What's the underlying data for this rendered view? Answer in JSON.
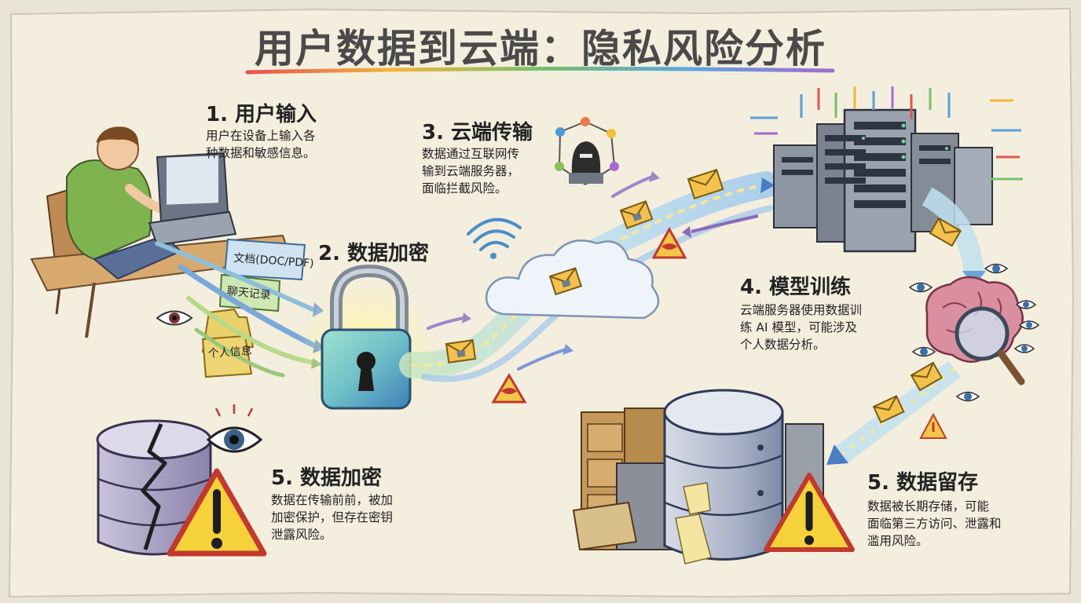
{
  "title": "用户数据到云端：隐私风险分析",
  "steps": {
    "input": {
      "title": "1. 用户输入",
      "lines": [
        "用户在设备上输入各",
        "种数据和敏感信息。"
      ]
    },
    "encrypt": {
      "title": "2. 数据加密"
    },
    "transfer": {
      "title": "3. 云端传输",
      "lines": [
        "数据通过互联网传",
        "输到云端服务器，",
        "面临拦截风险。"
      ]
    },
    "training": {
      "title": "4. 模型训练",
      "lines": [
        "云端服务器使用数据训",
        "练 AI 模型，可能涉及",
        "个人数据分析。"
      ]
    },
    "storage": {
      "title": "5. 数据留存",
      "lines": [
        "数据被长期存储，可能",
        "面临第三方访问、泄露和",
        "滥用风险。"
      ]
    },
    "leak": {
      "title": "5. 数据加密",
      "lines": [
        "数据在传输前前，被加",
        "加密保护，但存在密钥",
        "泄露风险。"
      ]
    }
  },
  "documents": [
    "文档(DOC/PDF)",
    "聊天记录",
    "个人信息"
  ],
  "colors": {
    "paper": "#f4eedf",
    "title_underline": [
      "#e7534a",
      "#f2b63c",
      "#76c06a",
      "#5aa7e0",
      "#a26bd1"
    ],
    "warning": "#f5d23a",
    "danger": "#d9403a",
    "lock": "#6fc0c8",
    "envelope": "#f2c14e"
  },
  "icons": [
    "user-at-laptop-icon",
    "eye-icon",
    "padlock-icon",
    "hacker-icon",
    "wifi-icon",
    "cloud-icon",
    "server-rack-icon",
    "brain-icon",
    "magnifier-icon",
    "database-icon",
    "warning-icon",
    "envelope-icon",
    "file-cabinet-icon"
  ]
}
